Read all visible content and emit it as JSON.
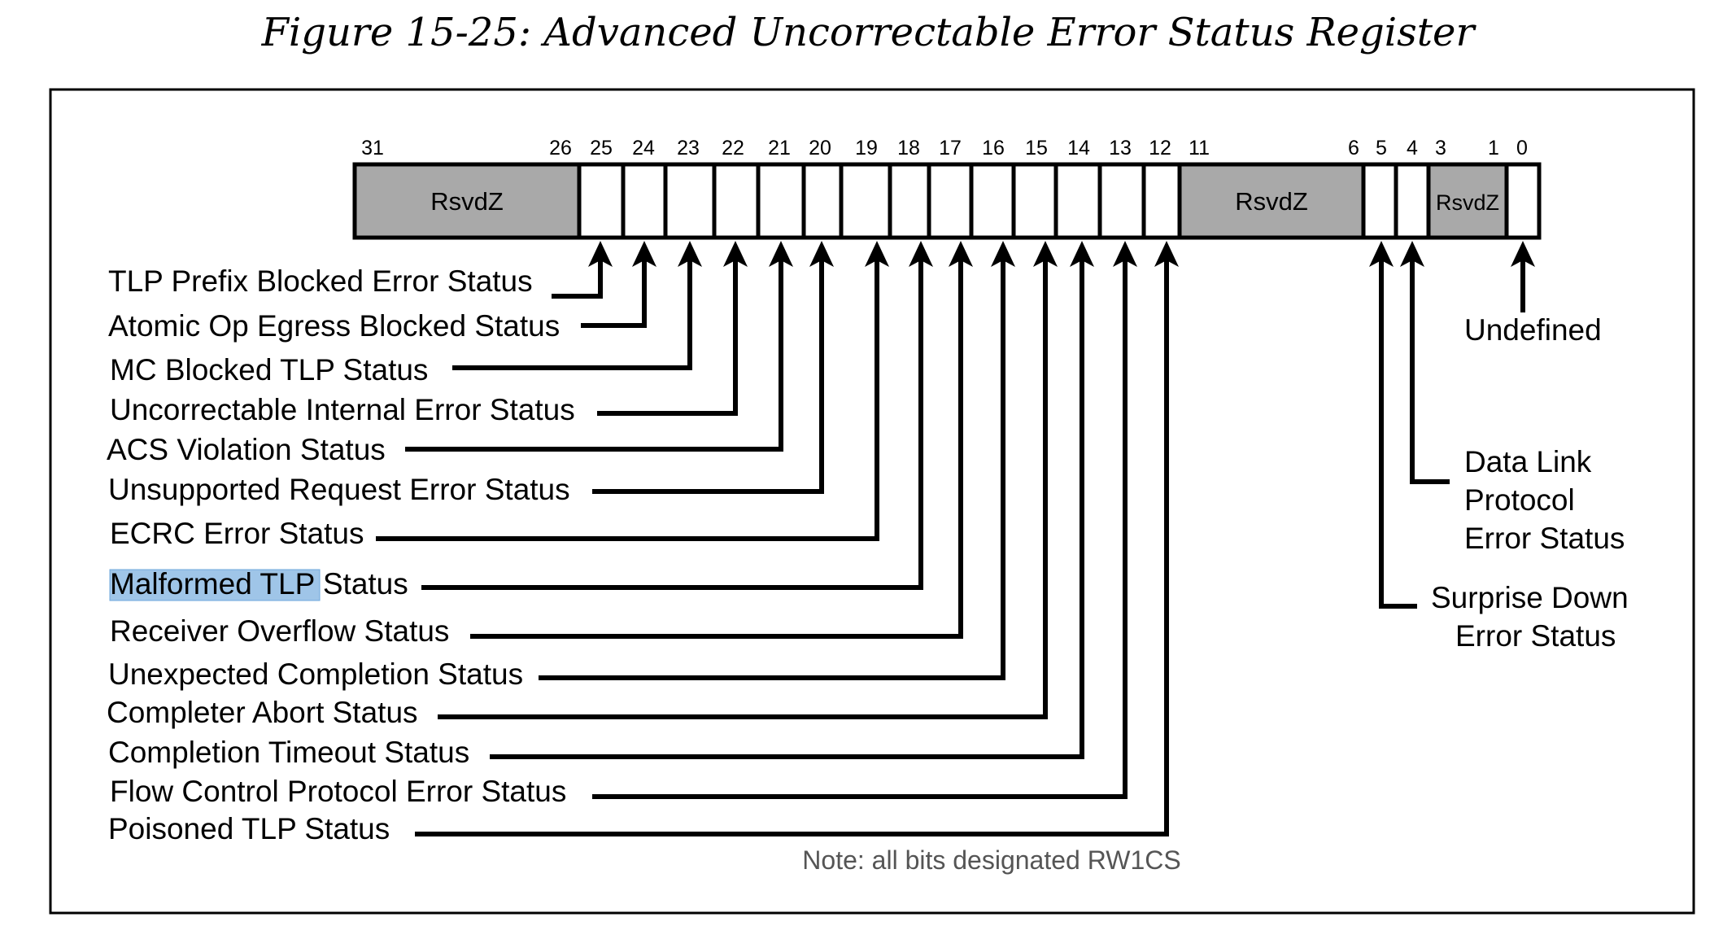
{
  "figure": {
    "title": "Figure 15-25: Advanced Uncorrectable Error Status Register",
    "note": "Note: all bits designated RW1CS"
  },
  "colors": {
    "reserved_fill": "#a9a9a9",
    "cell_fill": "#ffffff",
    "line": "#000000",
    "highlight": "#9fc5e8"
  },
  "register": {
    "bit_numbers": [
      "31",
      "26",
      "25",
      "24",
      "23",
      "22",
      "21",
      "20",
      "19",
      "18",
      "17",
      "16",
      "15",
      "14",
      "13",
      "12",
      "11",
      "6",
      "5",
      "4",
      "3",
      "1",
      "0"
    ],
    "reserved_fields": [
      {
        "label": "RsvdZ",
        "bits": "31-26"
      },
      {
        "label": "RsvdZ",
        "bits": "11-6"
      },
      {
        "label": "RsvdZ",
        "bits": "3-1"
      }
    ]
  },
  "left_fields": [
    {
      "bit": 25,
      "label": "TLP Prefix Blocked Error Status"
    },
    {
      "bit": 24,
      "label": "Atomic Op Egress Blocked Status"
    },
    {
      "bit": 23,
      "label": "MC Blocked TLP Status"
    },
    {
      "bit": 22,
      "label": "Uncorrectable Internal Error Status"
    },
    {
      "bit": 21,
      "label": "ACS Violation Status"
    },
    {
      "bit": 20,
      "label": "Unsupported Request Error Status"
    },
    {
      "bit": 19,
      "label": "ECRC Error Status"
    },
    {
      "bit": 18,
      "label": "Malformed TLP Status",
      "highlighted_text": "Malformed TLP",
      "rest_text": " Status"
    },
    {
      "bit": 17,
      "label": "Receiver Overflow Status"
    },
    {
      "bit": 16,
      "label": "Unexpected Completion Status"
    },
    {
      "bit": 15,
      "label": "Completer Abort Status"
    },
    {
      "bit": 14,
      "label": "Completion Timeout Status"
    },
    {
      "bit": 13,
      "label": "Flow Control Protocol Error Status"
    },
    {
      "bit": 12,
      "label": "Poisoned TLP Status"
    }
  ],
  "right_fields": [
    {
      "bit": 0,
      "lines": [
        "Undefined"
      ]
    },
    {
      "bit": 4,
      "lines": [
        "Data Link",
        "Protocol",
        "Error Status"
      ]
    },
    {
      "bit": 5,
      "lines": [
        "Surprise Down",
        "Error Status"
      ]
    }
  ]
}
